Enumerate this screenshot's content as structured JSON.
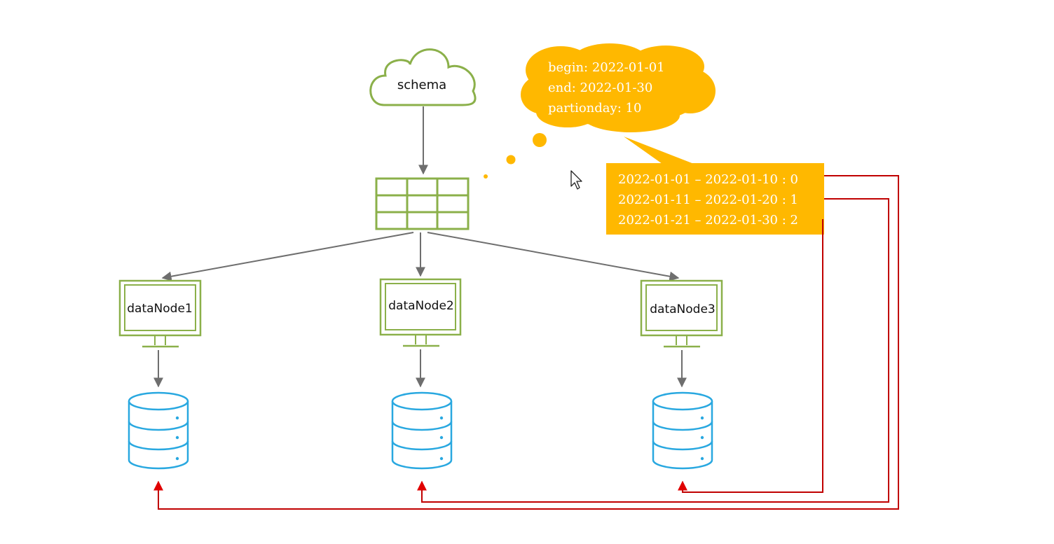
{
  "schema_label": "schema",
  "thought_bubble": {
    "lines": [
      "begin: 2022-01-01",
      "end: 2022-01-30",
      "partionday: 10"
    ]
  },
  "partition_box": {
    "rows": [
      "2022-01-01 – 2022-01-10 : 0",
      "2022-01-11 – 2022-01-20 : 1",
      "2022-01-21 – 2022-01-30 : 2"
    ]
  },
  "nodes": [
    "dataNode1",
    "dataNode2",
    "dataNode3"
  ],
  "colors": {
    "green": "#8BB04A",
    "gray_arrow": "#6E6E6E",
    "blue_db": "#29A8E0",
    "orange": "#FFB800",
    "red": "#C00000",
    "red_arrowhead": "#E00000"
  },
  "icons": [
    "cloud-icon",
    "table-icon",
    "monitor-icon",
    "database-icon",
    "mouse-cursor-icon"
  ]
}
